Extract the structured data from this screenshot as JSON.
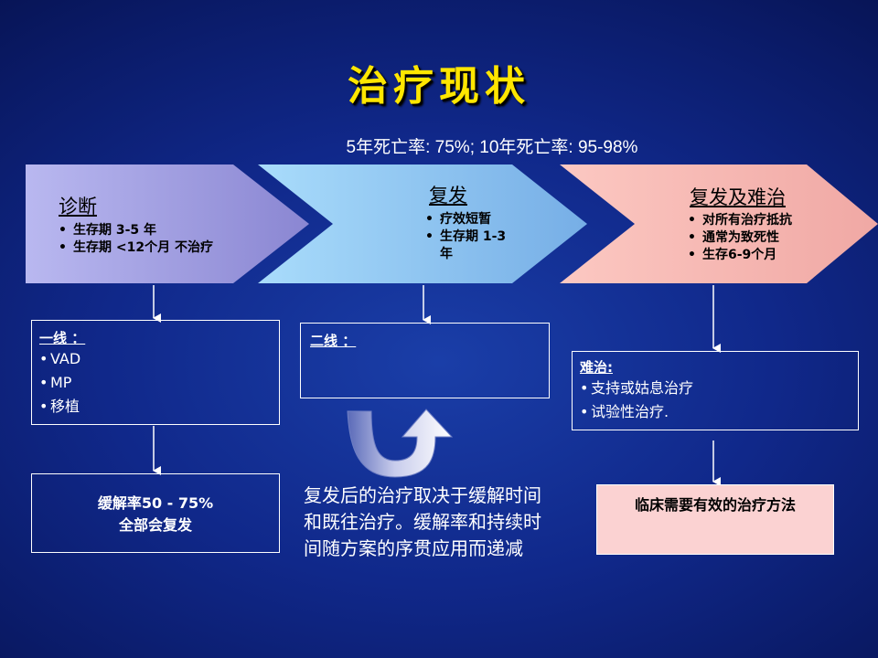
{
  "title": "治疗现状",
  "subtitle": "5年死亡率: 75%; 10年死亡率: 95-98%",
  "stages": [
    {
      "title": "诊断",
      "items": [
        "生存期  3-5 年",
        "生存期 <12个月 不治疗"
      ]
    },
    {
      "title": "复发",
      "items": [
        "疗效短暂",
        "生存期 1-3 年"
      ]
    },
    {
      "title": "复发及难治",
      "items": [
        "对所有治疗抵抗",
        "通常为致死性",
        "生存6-9个月"
      ]
    }
  ],
  "first_line": {
    "heading": "一线 ：",
    "items": [
      "VAD",
      "MP",
      "移植"
    ]
  },
  "second_line": {
    "heading": "二线 ："
  },
  "remission": {
    "line1": "缓解率50 - 75%",
    "line2": "全部会复发"
  },
  "note": "复发后的治疗取决于缓解时间和既往治疗。缓解率和持续时间随方案的序贯应用而递减",
  "refractory": {
    "heading": "难治:",
    "items": [
      "支持或姑息治疗",
      "试验性治疗."
    ]
  },
  "need": "临床需要有效的治疗方法",
  "colors": {
    "title": "#ffe600",
    "stage1": "#a8a6e6",
    "stage2": "#8fc8f2",
    "stage3": "#f5b8b2",
    "pink_box": "#fbd2d2"
  }
}
